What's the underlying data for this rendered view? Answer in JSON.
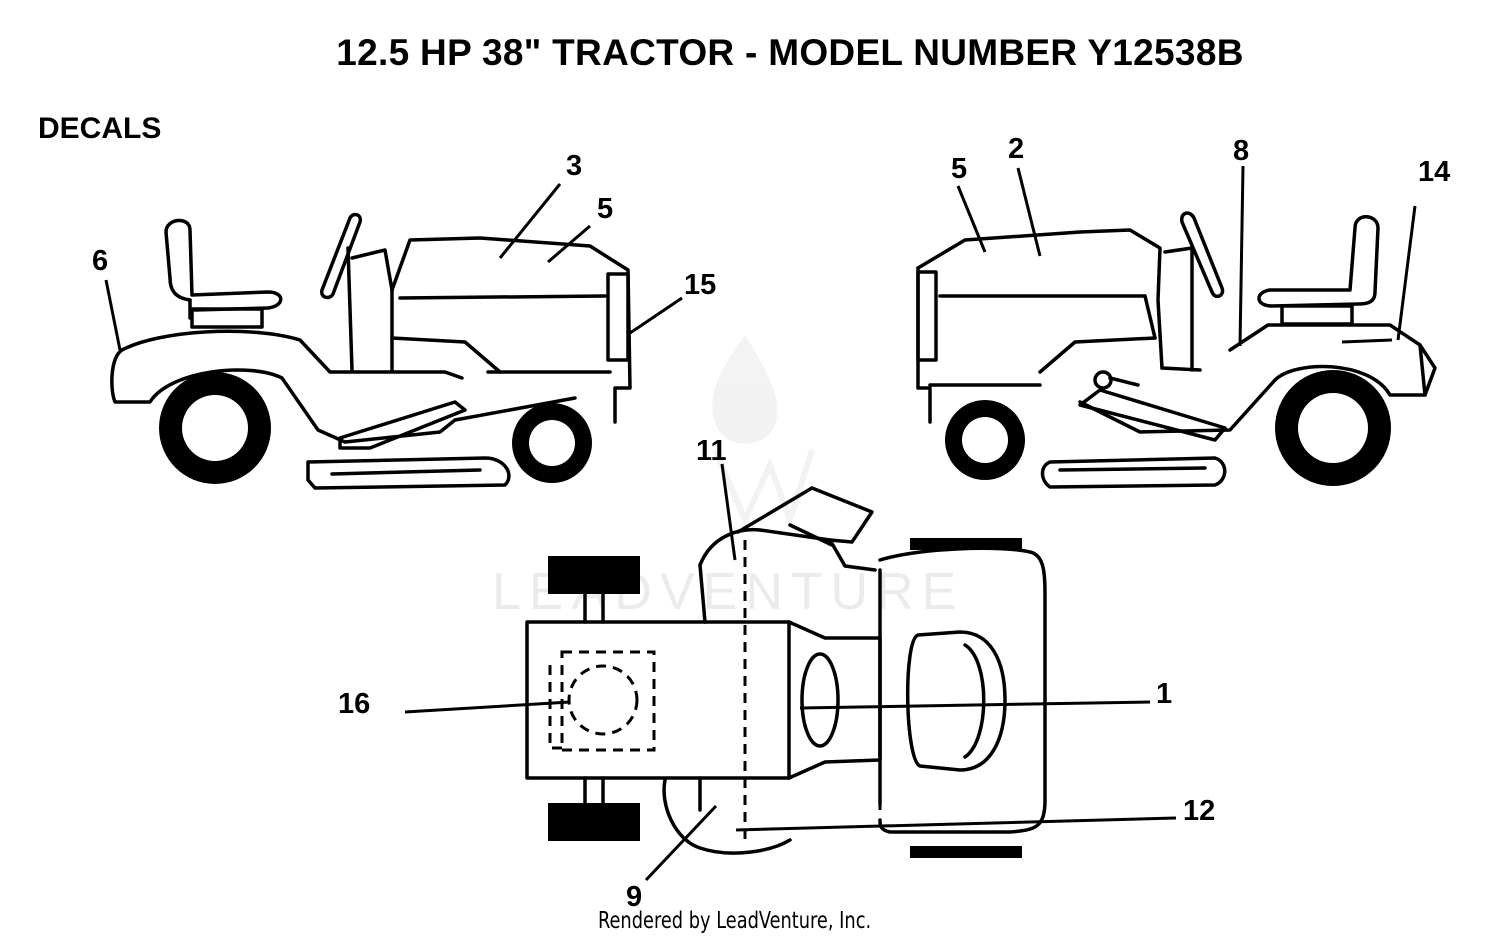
{
  "header": {
    "title": "12.5 HP 38\" TRACTOR - MODEL NUMBER Y12538B",
    "section": "DECALS"
  },
  "callouts": {
    "c1": "1",
    "c2": "2",
    "c3": "3",
    "c5a": "5",
    "c5b": "5",
    "c6": "6",
    "c8": "8",
    "c9": "9",
    "c11": "11",
    "c12": "12",
    "c14": "14",
    "c15": "15",
    "c16": "16"
  },
  "watermark": {
    "text": "LEADVENTURE"
  },
  "footer": {
    "text": "Rendered by LeadVenture, Inc."
  }
}
